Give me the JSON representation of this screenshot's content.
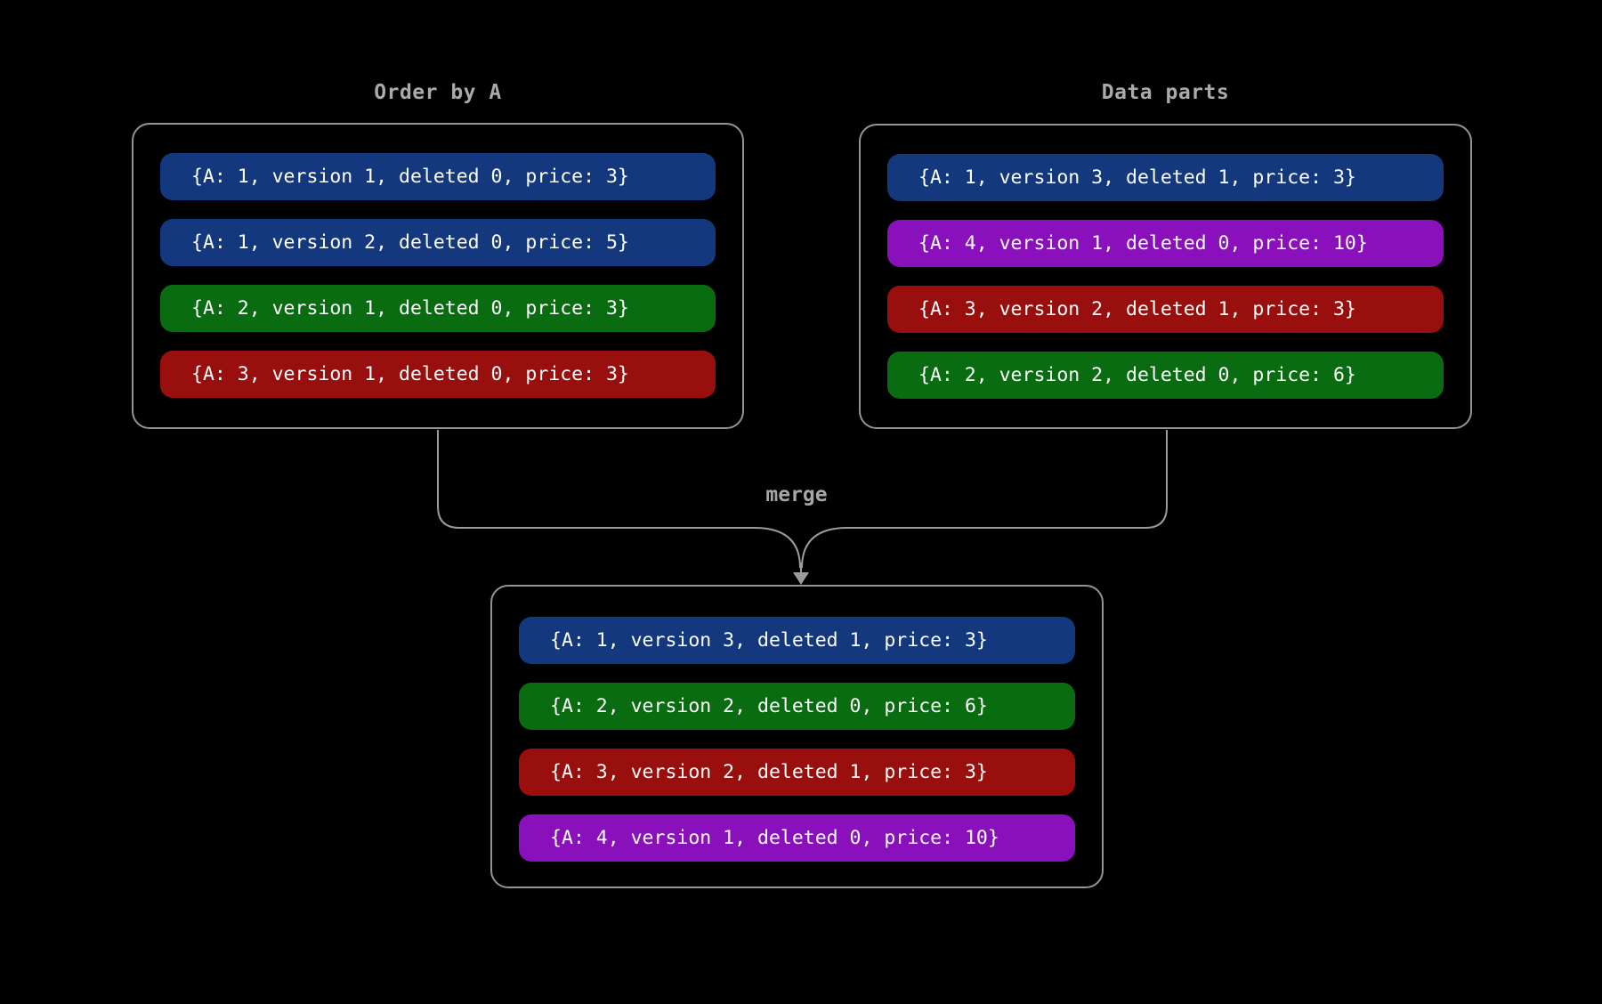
{
  "colors": {
    "background": "#000000",
    "box_border": "#949494",
    "connector": "#9c9c9c",
    "title_text": "#aaaaaa",
    "row_text": "#ffffff",
    "blue": "#14387d",
    "green": "#096c10",
    "red": "#990f0e",
    "purple": "#8a10bc"
  },
  "merge_label": "merge",
  "groups": {
    "left": {
      "title": "Order by A",
      "rows": [
        {
          "color": "#14387d",
          "color_name": "blue",
          "text": "{A: 1, version 1, deleted 0, price: 3}"
        },
        {
          "color": "#14387d",
          "color_name": "blue",
          "text": "{A: 1, version 2, deleted 0, price: 5}"
        },
        {
          "color": "#096c10",
          "color_name": "green",
          "text": "{A: 2, version 1, deleted 0, price: 3}"
        },
        {
          "color": "#990f0e",
          "color_name": "red",
          "text": "{A: 3, version 1, deleted 0, price: 3}"
        }
      ]
    },
    "right": {
      "title": "Data parts",
      "rows": [
        {
          "color": "#14387d",
          "color_name": "blue",
          "text": "{A: 1, version 3, deleted 1, price: 3}"
        },
        {
          "color": "#8a10bc",
          "color_name": "purple",
          "text": "{A: 4, version 1, deleted 0, price: 10}"
        },
        {
          "color": "#990f0e",
          "color_name": "red",
          "text": "{A: 3, version 2, deleted 1, price: 3}"
        },
        {
          "color": "#096c10",
          "color_name": "green",
          "text": "{A: 2, version 2, deleted 0, price: 6}"
        }
      ]
    },
    "merged": {
      "rows": [
        {
          "color": "#14387d",
          "color_name": "blue",
          "text": "{A: 1, version 3, deleted 1, price: 3}"
        },
        {
          "color": "#096c10",
          "color_name": "green",
          "text": "{A: 2, version 2, deleted 0, price: 6}"
        },
        {
          "color": "#990f0e",
          "color_name": "red",
          "text": "{A: 3, version 2, deleted 1, price: 3}"
        },
        {
          "color": "#8a10bc",
          "color_name": "purple",
          "text": "{A: 4, version 1, deleted 0, price: 10}"
        }
      ]
    }
  }
}
